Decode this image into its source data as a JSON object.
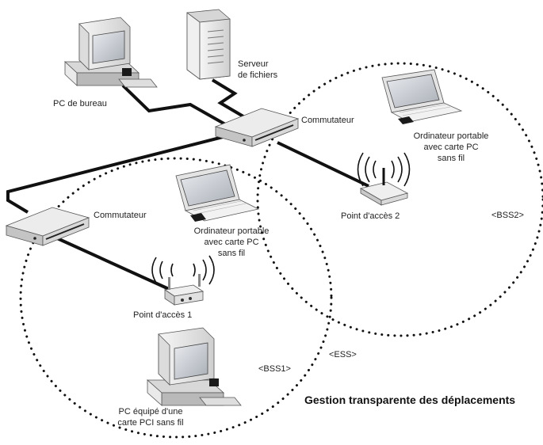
{
  "diagram": {
    "title": "Gestion transparente des déplacements",
    "devices": {
      "pc_desktop": "PC de bureau",
      "file_server_line1": "Serveur",
      "file_server_line2": "de fichiers",
      "switch_top": "Commutateur",
      "switch_left": "Commutateur",
      "laptop_right_line1": "Ordinateur portable",
      "laptop_right_line2": "avec carte PC",
      "laptop_right_line3": "sans fil",
      "laptop_center_line1": "Ordinateur portable",
      "laptop_center_line2": "avec carte PC",
      "laptop_center_line3": "sans fil",
      "access_point_2": "Point d'accès 2",
      "access_point_1": "Point d'accès 1",
      "pc_pci_line1": "PC équipé d'une",
      "pc_pci_line2": "carte PCI sans fil"
    },
    "zones": {
      "bss2": "<BSS2>",
      "bss1": "<BSS1>",
      "ess": "<ESS>"
    },
    "colors": {
      "cable": "#111111",
      "device_light": "#eeeeee",
      "device_mid": "#c8c8c8",
      "device_dark": "#8a8a8a",
      "screen": "#bfc4cc",
      "dots": "#111111"
    }
  }
}
